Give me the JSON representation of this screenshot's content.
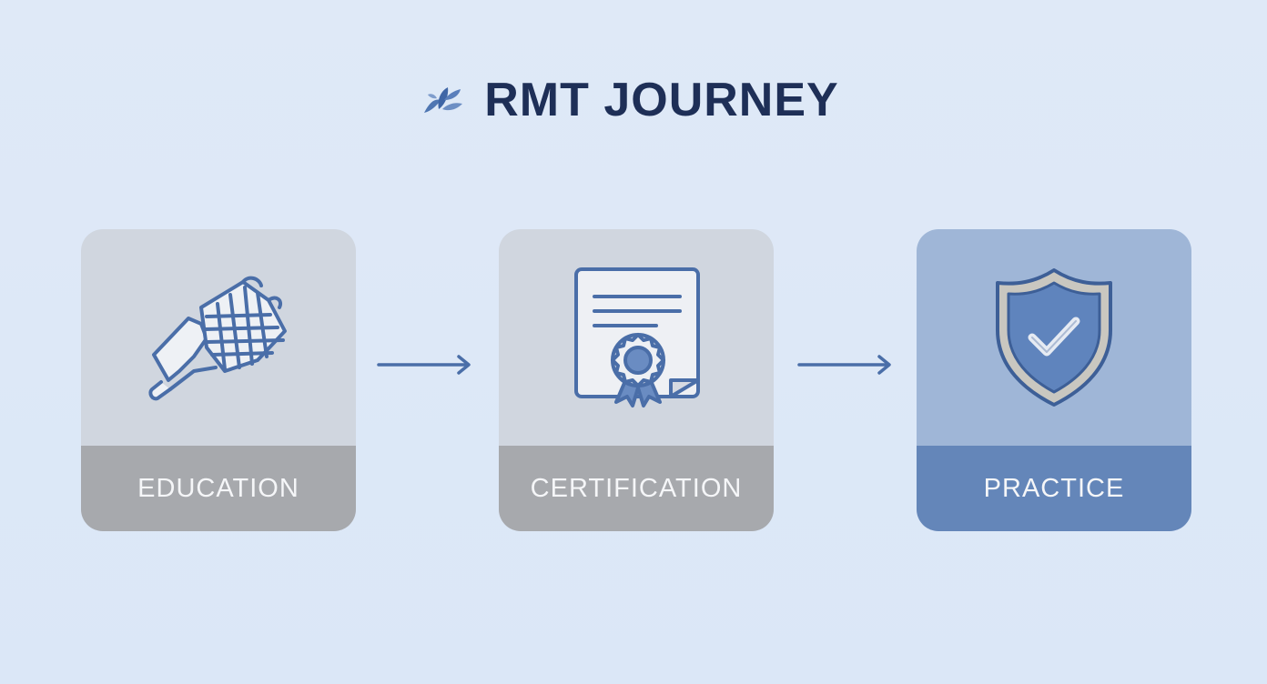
{
  "title": {
    "text": "RMT JOURNEY",
    "icon": "leaf-logo-icon"
  },
  "colors": {
    "background": "#dde8f7",
    "title": "#1e2f57",
    "icon_stroke": "#4a6ea8",
    "card_gray_top": "#d0d6df",
    "card_gray_bottom": "#a7a9ad",
    "card_blue_top": "#9fb6d7",
    "card_blue_bottom": "#6486b9",
    "arrow": "#4a6ea8"
  },
  "steps": [
    {
      "label": "EDUCATION",
      "icon": "hand-grid-icon",
      "style": "gray"
    },
    {
      "label": "CERTIFICATION",
      "icon": "certificate-icon",
      "style": "gray"
    },
    {
      "label": "PRACTICE",
      "icon": "shield-check-icon",
      "style": "blue"
    }
  ],
  "connectors": [
    {
      "from": "EDUCATION",
      "to": "CERTIFICATION",
      "icon": "arrow-right-icon"
    },
    {
      "from": "CERTIFICATION",
      "to": "PRACTICE",
      "icon": "arrow-right-icon"
    }
  ]
}
